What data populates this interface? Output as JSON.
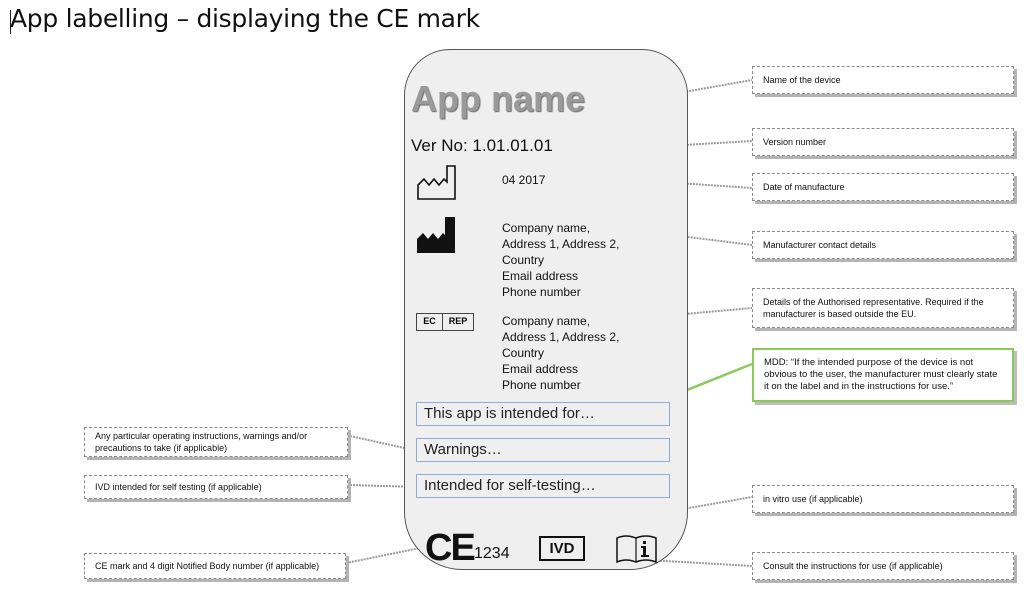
{
  "title": "App labelling – displaying the CE mark",
  "label": {
    "app_name": "App name",
    "version": "Ver No: 1.01.01.01",
    "manufacture_date": "04 2017",
    "manufacturer": [
      "Company name,",
      "Address 1, Address 2,",
      "Country",
      "Email address",
      "Phone number"
    ],
    "ec_rep_symbol": {
      "left": "EC",
      "right": "REP"
    },
    "authorised_rep": [
      "Company name,",
      "Address 1, Address 2,",
      "Country",
      "Email address",
      "Phone number"
    ],
    "fields": [
      "This app is intended for…",
      "Warnings…",
      "Intended for self-testing…"
    ],
    "ce_mark": "CE",
    "notified_body_number": "1234",
    "ivd_symbol": "IVD",
    "icons": {
      "date_of_manufacture": "factory-outline-icon",
      "manufacturer": "factory-filled-icon",
      "instructions": "book-info-icon"
    }
  },
  "callouts_right": [
    "Name of the device",
    "Version number",
    "Date of manufacture",
    "Manufacturer contact details",
    "Details of the Authorised representative. Required if the manufacturer is based outside the EU.",
    "MDD: “If the intended purpose of the device is not obvious to the user, the manufacturer must clearly state it on the label and in the instructions for use.”",
    "in vitro use (if applicable)",
    "Consult the instructions for use (if applicable)"
  ],
  "callouts_left": [
    "Any particular operating instructions, warnings and/or precautions to take (if applicable)",
    "IVD intended for self testing (if applicable)",
    "CE mark and 4 digit Notified Body number (if applicable)"
  ],
  "colors": {
    "label_background": "#efefef",
    "field_border": "#8fa9d9",
    "mdd_callout_border": "#8dc85b"
  }
}
